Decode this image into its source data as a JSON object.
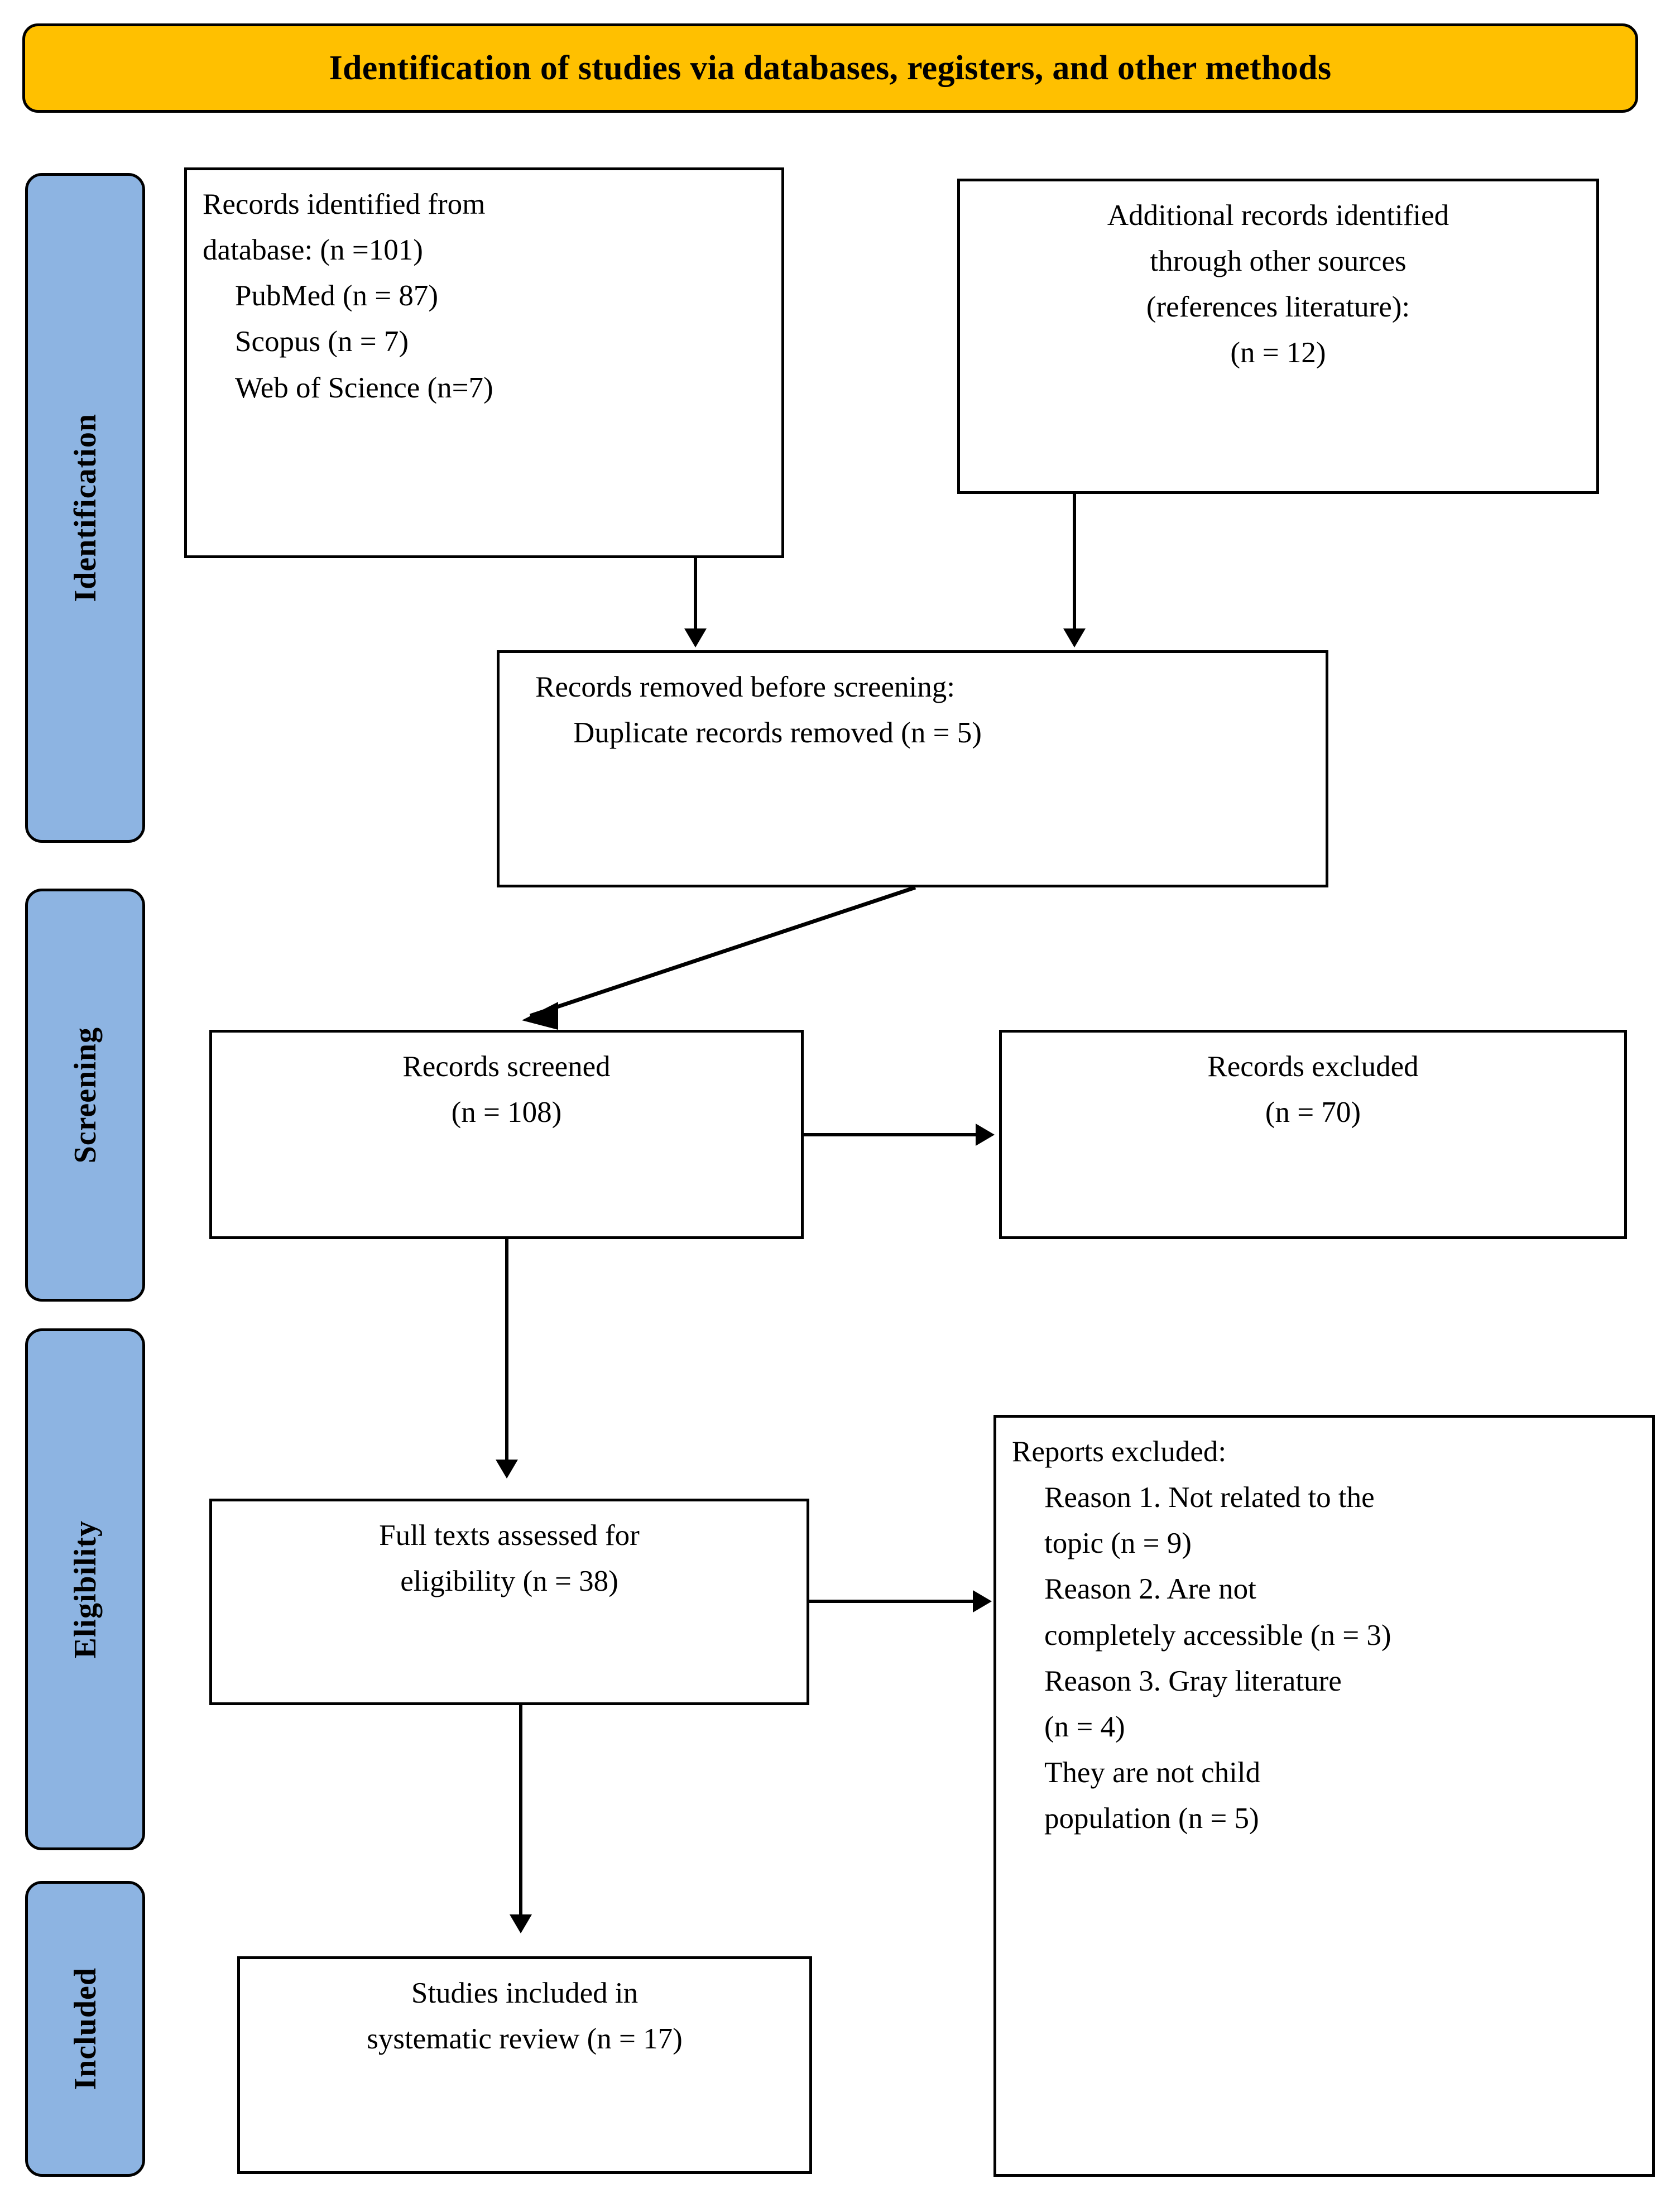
{
  "title": {
    "text": "Identification of studies via databases, registers, and other methods",
    "background_color": "#FFC000",
    "border_color": "#000000"
  },
  "stages": [
    {
      "name": "identification",
      "label": "Identification"
    },
    {
      "name": "screening",
      "label": "Screening"
    },
    {
      "name": "eligibility",
      "label": "Eligibility"
    },
    {
      "name": "included",
      "label": "Included"
    }
  ],
  "stage_style": {
    "background_color": "#8DB4E2",
    "border_color": "#000000"
  },
  "boxes": {
    "records_identified": {
      "line1_a": "Records",
      "line1_b": "identified",
      "line1_c": "from",
      "line2": "database: (n =101)",
      "line3": "PubMed (n = 87)",
      "line4": "Scopus (n = 7)",
      "line5": "Web of Science (n=7)"
    },
    "additional_records": {
      "line1": "Additional records identified",
      "line2": "through other sources",
      "line3": "(references literature):",
      "line4": "(n = 12)"
    },
    "records_removed": {
      "line1": "Records removed before screening:",
      "line2": "Duplicate records removed (n = 5)"
    },
    "records_screened": {
      "line1": "Records screened",
      "line2": "(n = 108)"
    },
    "records_excluded": {
      "line1": "Records excluded",
      "line2": "(n = 70)"
    },
    "full_texts": {
      "line1": "Full texts assessed for",
      "line2": "eligibility (n = 38)"
    },
    "reports_excluded": {
      "heading": "Reports excluded:",
      "r1_a": "Reason 1. Not related to the",
      "r1_b": "topic (n = 9)",
      "r2_a1": "Reason",
      "r2_a2": "2.",
      "r2_a3": "Are",
      "r2_a4": "not",
      "r2_b": "completely accessible (n = 3)",
      "r3_a": "Reason 3.  Gray literature",
      "r3_b": "(n = 4)",
      "r4_a1": "They",
      "r4_a2": "are",
      "r4_a3": "not",
      "r4_a4": "child",
      "r4_b": "population (n = 5)"
    },
    "studies_included": {
      "line1": "Studies included in",
      "line2": "systematic review (n = 17)"
    }
  }
}
